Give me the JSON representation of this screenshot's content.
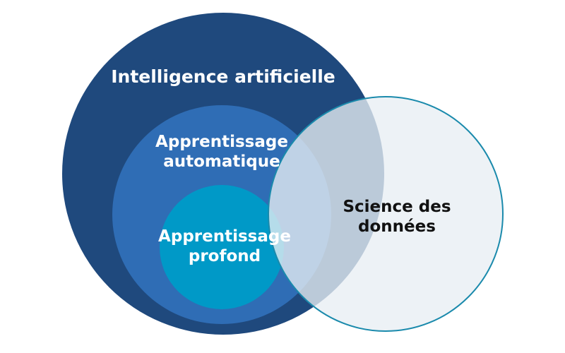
{
  "diagram": {
    "colors": {
      "ai_fill": "#1F497D",
      "ml_fill": "#2F6DB5",
      "dl_fill": "#0099C7",
      "ds_stroke": "#1A8AAC",
      "ds_overlap_fill": "#E8EEF3",
      "light_text": "#FFFFFF",
      "dark_text": "#111111"
    },
    "ai": {
      "label": "Intelligence artificielle"
    },
    "ml": {
      "line1": "Apprentissage",
      "line2": "automatique"
    },
    "dl": {
      "line1": "Apprentissage",
      "line2": "profond"
    },
    "ds": {
      "line1": "Science des",
      "line2": "données"
    }
  }
}
